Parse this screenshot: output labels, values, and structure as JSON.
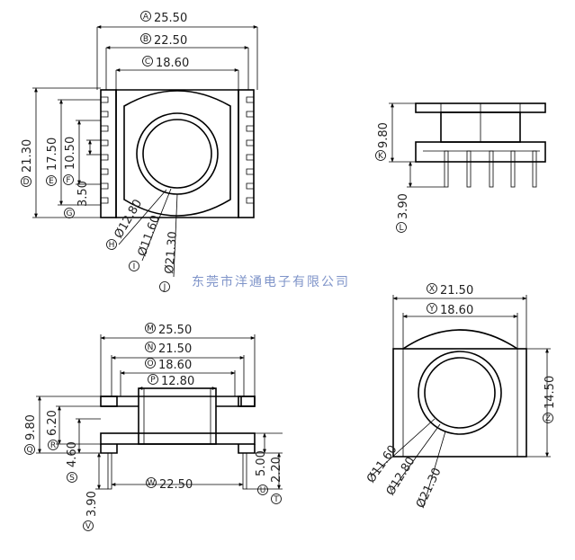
{
  "company": "东莞市洋通电子有限公司",
  "view_top": {
    "A": {
      "label": "A",
      "value": "25.50"
    },
    "B": {
      "label": "B",
      "value": "22.50"
    },
    "C": {
      "label": "C",
      "value": "18.60"
    },
    "D": {
      "label": "D",
      "value": "21.30"
    },
    "E": {
      "label": "E",
      "value": "17.50"
    },
    "F": {
      "label": "F",
      "value": "10.50"
    },
    "G": {
      "label": "G",
      "value": "3.50"
    },
    "H": {
      "label": "H",
      "value": "Ø12.80"
    },
    "I": {
      "label": "I",
      "value": "Ø11.60"
    },
    "J": {
      "label": "J",
      "value": "Ø21.30"
    }
  },
  "view_side": {
    "K": {
      "label": "K",
      "value": "9.80"
    },
    "L": {
      "label": "L",
      "value": "3.90"
    }
  },
  "view_front": {
    "M": {
      "label": "M",
      "value": "25.50"
    },
    "N": {
      "label": "N",
      "value": "21.50"
    },
    "O": {
      "label": "O",
      "value": "18.60"
    },
    "P": {
      "label": "P",
      "value": "12.80"
    },
    "Q": {
      "label": "Q",
      "value": "9.80"
    },
    "R": {
      "label": "R",
      "value": "6.20"
    },
    "S": {
      "label": "S",
      "value": "4.60"
    },
    "T": {
      "label": "T",
      "value": "2.20"
    },
    "U": {
      "label": "U",
      "value": "5.00"
    },
    "V": {
      "label": "V",
      "value": "3.90"
    },
    "W": {
      "label": "W",
      "value": "22.50"
    }
  },
  "view_bottom": {
    "X": {
      "label": "X",
      "value": "21.50"
    },
    "Y": {
      "label": "Y",
      "value": "18.60"
    },
    "Z": {
      "label": "Z",
      "value": "14.50"
    },
    "d1": {
      "value": "Ø11.60"
    },
    "d2": {
      "value": "Ø12.80"
    },
    "d3": {
      "value": "Ø21.30"
    }
  }
}
